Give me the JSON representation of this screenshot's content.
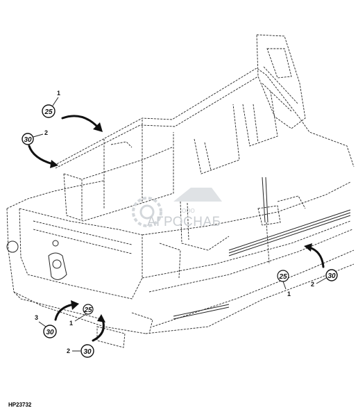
{
  "callouts": [
    {
      "num": "1",
      "label": "25"
    },
    {
      "num": "2",
      "label": "30"
    },
    {
      "num": "1",
      "label": "25"
    },
    {
      "num": "2",
      "label": "30"
    },
    {
      "num": "3",
      "label": "30"
    },
    {
      "num": "1",
      "label": "25"
    },
    {
      "num": "2",
      "label": "30"
    }
  ],
  "watermark": {
    "company_prefix": "ООО",
    "company_name": "АГРОСНАБ"
  },
  "figure_ref": "HP23732"
}
